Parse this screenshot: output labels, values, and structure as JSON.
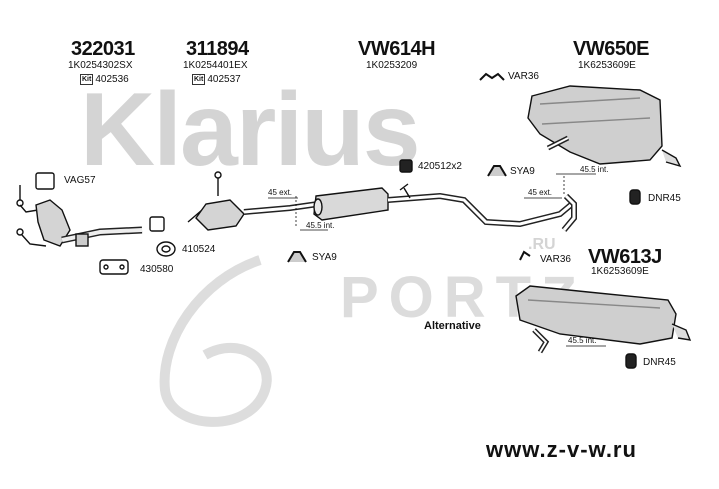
{
  "watermark": {
    "brand": "Klarius",
    "tld": ".RU",
    "ports": "PORTZ"
  },
  "parts": {
    "p1": {
      "number": "322031",
      "oem": "1K0254302SX",
      "kit": "402536"
    },
    "p2": {
      "number": "311894",
      "oem": "1K0254401EX",
      "kit": "402537"
    },
    "p3": {
      "number": "VW614H",
      "oem": "1K0253209"
    },
    "p4": {
      "number": "VW650E",
      "oem": "1K6253609E"
    },
    "p5": {
      "number": "VW613J",
      "oem": "1K6253609E"
    }
  },
  "kit_icon": "Kit",
  "labels": {
    "var36_top": "VAR36",
    "var36_bottom": "VAR36",
    "vag57": "VAG57",
    "n420512": "420512x2",
    "sya9_top": "SYA9",
    "sya9_bottom": "SYA9",
    "dnr45_top": "DNR45",
    "dnr45_bottom": "DNR45",
    "n410524": "410524",
    "n430580": "430580",
    "alternative": "Alternative"
  },
  "measures": {
    "m1": "45 ext.",
    "m2": "45.5 int.",
    "m3": "45.5 int.",
    "m4": "45 ext.",
    "m5": "45.5 int."
  },
  "footer_url": "www.z-v-w.ru",
  "colors": {
    "ink": "#111111",
    "watermark": "#d4d4d4",
    "part_fill": "#cfcfcf"
  }
}
